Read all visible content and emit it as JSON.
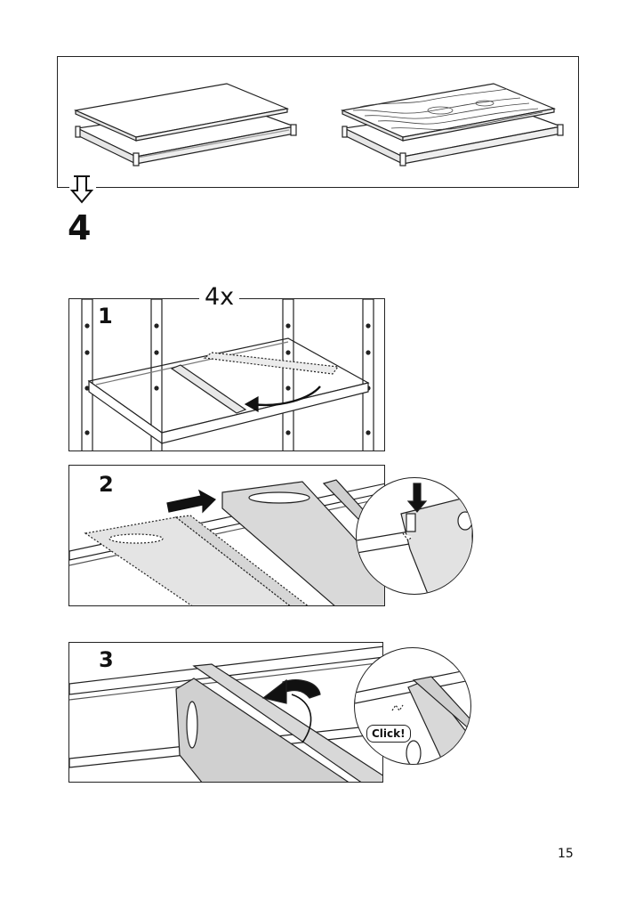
{
  "header_step": {
    "number": "4"
  },
  "quantity_label": "4x",
  "substeps": [
    {
      "number": "1"
    },
    {
      "number": "2"
    },
    {
      "number": "3",
      "callout": "Click!"
    }
  ],
  "page_number": "15"
}
